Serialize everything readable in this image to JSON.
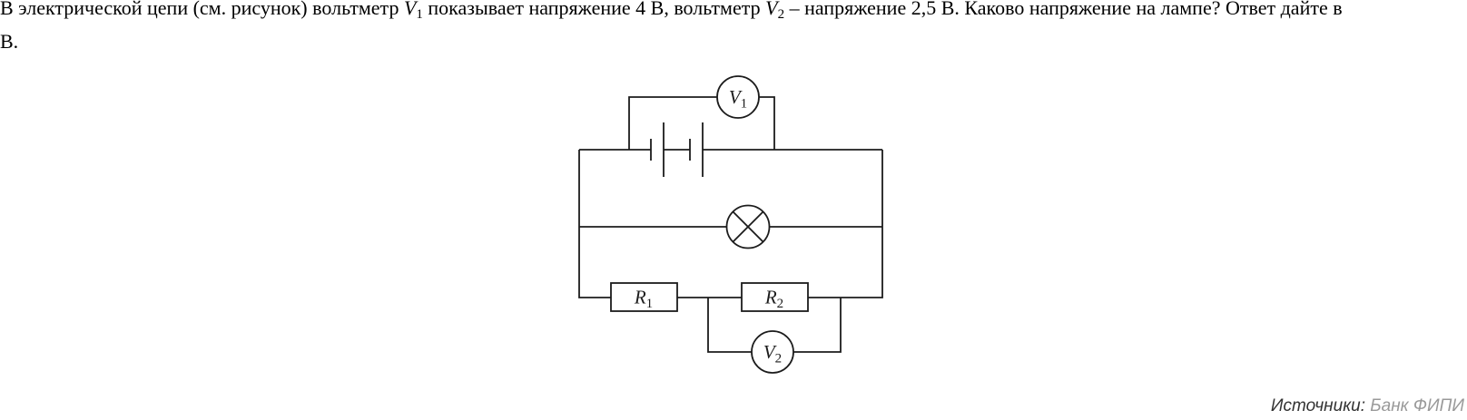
{
  "problem": {
    "part1": "В электрической цепи (см. рисунок) вольтметр ",
    "v1": {
      "letter": "V",
      "sub": "1"
    },
    "part2": " показывает напряжение 4 В, вольтметр ",
    "v2": {
      "letter": "V",
      "sub": "2"
    },
    "part3": " – напряжение 2,5 В. Каково напряжение на лампе? Ответ дайте в",
    "part4": "В."
  },
  "diagram": {
    "voltmeter1": {
      "letter": "V",
      "sub": "1"
    },
    "voltmeter2": {
      "letter": "V",
      "sub": "2"
    },
    "resistor1": {
      "letter": "R",
      "sub": "1"
    },
    "resistor2": {
      "letter": "R",
      "sub": "2"
    }
  },
  "source": {
    "label": "Источники:",
    "value": "Банк ФИПИ"
  },
  "colors": {
    "line": "#1c1c1c",
    "text": "#000000",
    "source_label": "#333333",
    "source_value": "#999999",
    "background": "#ffffff"
  }
}
